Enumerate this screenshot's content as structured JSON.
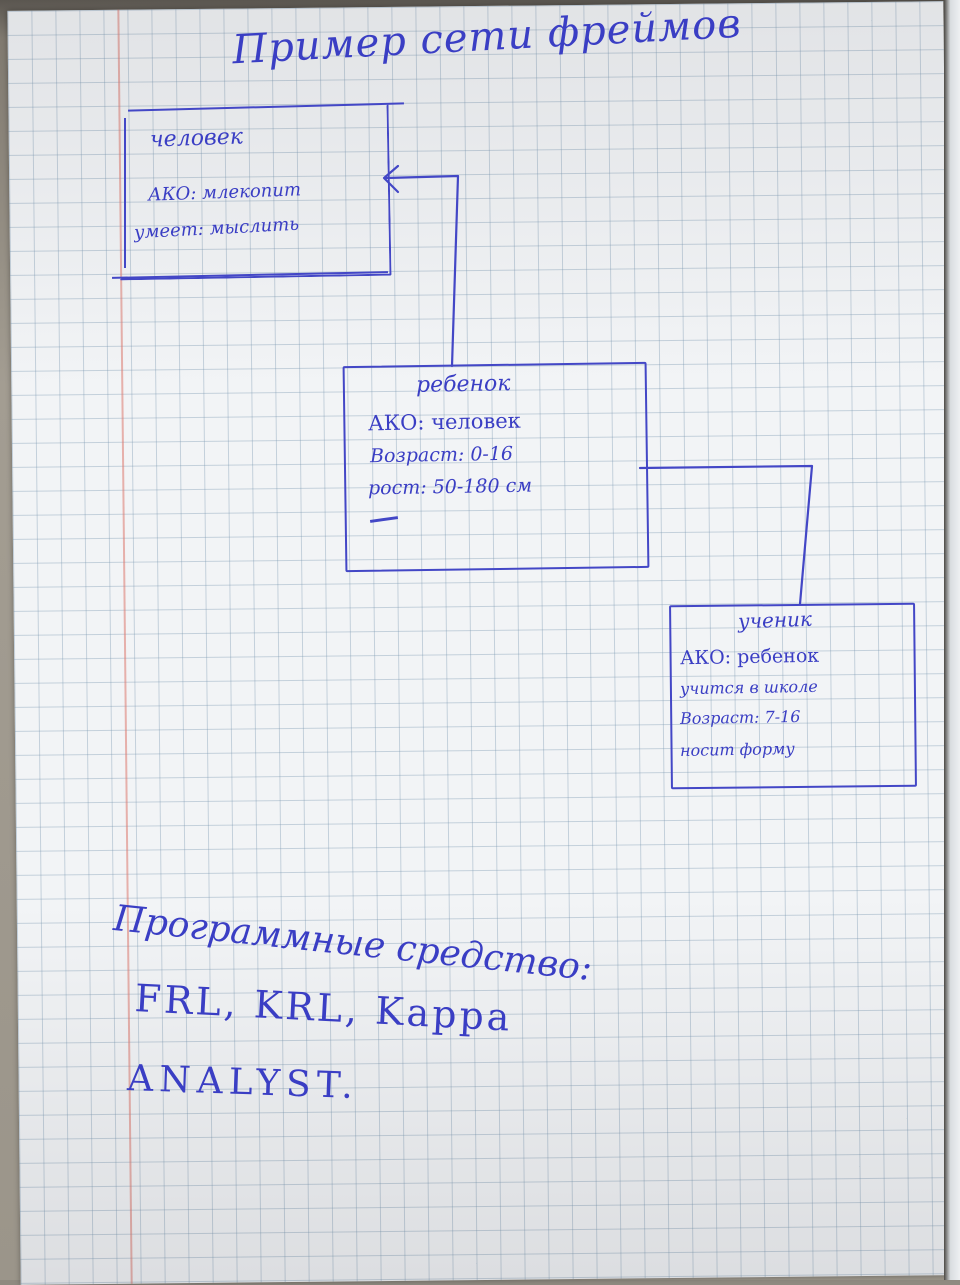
{
  "title": "Пример сети фреймов",
  "frames": [
    {
      "name": "человек",
      "slots": [
        "АКО: млекопит",
        "умеет: мыслить"
      ]
    },
    {
      "name": "ребенок",
      "slots": [
        "АКО: человек",
        "Возраст: 0-16",
        "рост: 50-180 см"
      ]
    },
    {
      "name": "ученик",
      "slots": [
        "АКО: ребенок",
        "учится в школе",
        "Возраст: 7-16",
        "носит форму"
      ]
    }
  ],
  "tools": {
    "heading": "Программные средство:",
    "line1": "FRL, KRL, Kappa",
    "line2": "ANALYST."
  }
}
